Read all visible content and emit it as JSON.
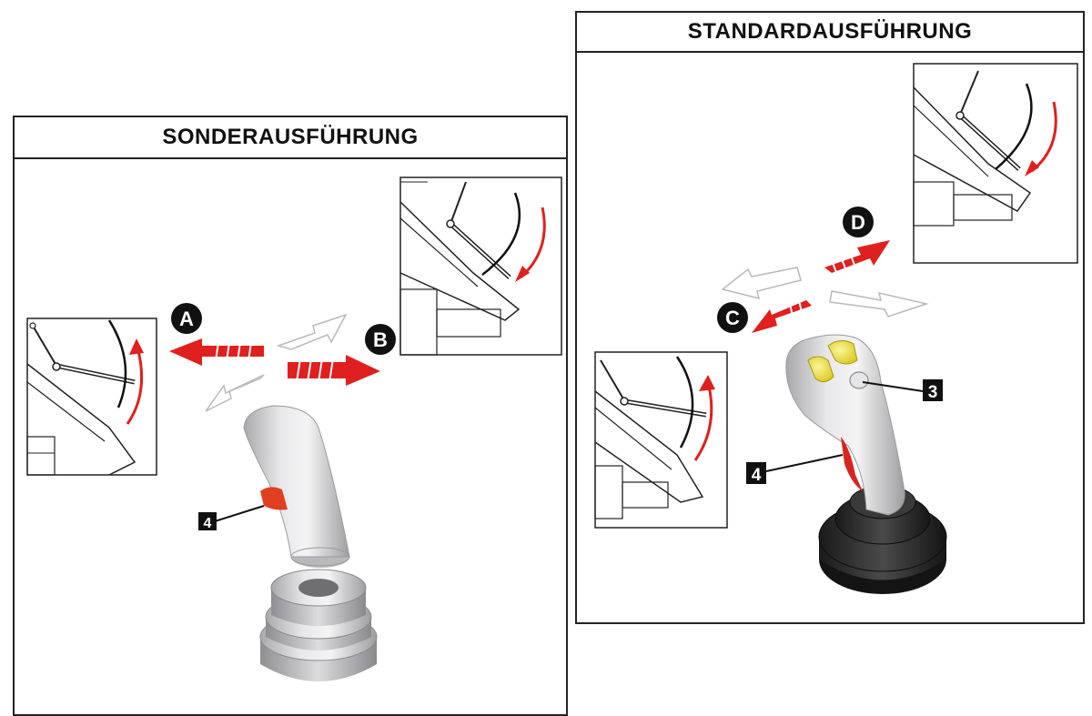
{
  "panels": {
    "left": {
      "title": "SONDERAUSFÜHRUNG"
    },
    "right": {
      "title": "STANDARDAUSFÜHRUNG"
    }
  },
  "markers": {
    "a": "A",
    "b": "B",
    "c": "C",
    "d": "D"
  },
  "callouts": {
    "left_4": "4",
    "right_3": "3",
    "right_4": "4"
  },
  "colors": {
    "arrow_red": "#e0201e",
    "arrow_outline": "#b9b9b9",
    "joystick_gray": "#cfcfd1",
    "boot_dark": "#2a2a2a",
    "button_yellow": "#f0e233",
    "trigger_red": "#d8251e"
  }
}
